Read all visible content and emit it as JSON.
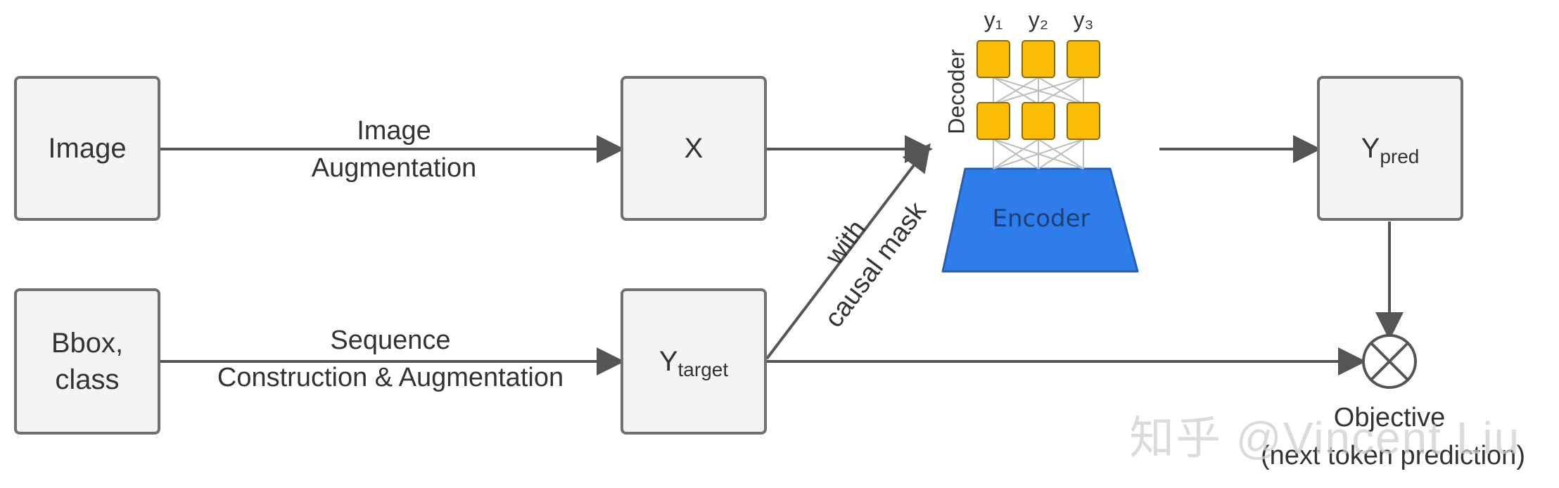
{
  "boxes": {
    "image": "Image",
    "bbox_line1": "Bbox,",
    "bbox_line2": "class",
    "x": "X",
    "y_target_main": "Y",
    "y_target_sub": "target",
    "y_pred_main": "Y",
    "y_pred_sub": "pred"
  },
  "edges": {
    "image_aug_line1": "Image",
    "image_aug_line2": "Augmentation",
    "seq_line1": "Sequence",
    "seq_line2": "Construction & Augmentation",
    "mask_line1": "with",
    "mask_line2": "causal mask"
  },
  "model": {
    "encoder": "Encoder",
    "decoder": "Decoder",
    "outputs": [
      "y₁",
      "y₂",
      "y₃"
    ]
  },
  "objective": {
    "line1": "Objective",
    "line2": "(next token prediction)"
  },
  "watermark": "知乎 @Vincent Liu",
  "colors": {
    "box_fill": "#f4f4f4",
    "box_border": "#707070",
    "arrow": "#555555",
    "encoder": "#2f7dea",
    "decoder_token": "#fbbc05"
  }
}
